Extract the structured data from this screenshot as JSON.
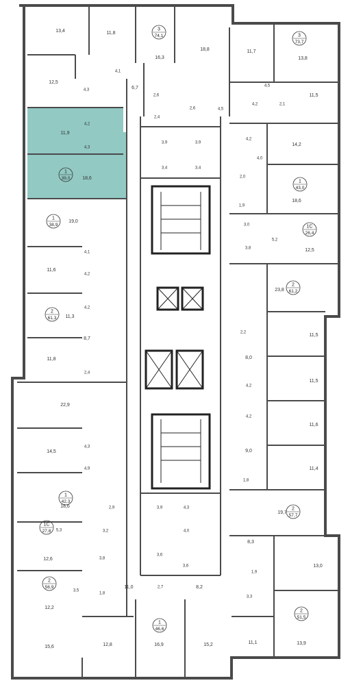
{
  "colors": {
    "wall": "#4a4a4a",
    "highlight": "#86c3bd",
    "window": "#2a2a2a"
  },
  "rooms": [
    "13,4",
    "11,8",
    "16,3",
    "18,8",
    "11,7",
    "13,8",
    "12,5",
    "4,1",
    "4,3",
    "2,6",
    "6,7",
    "2,6",
    "4,5",
    "4,5",
    "4,2",
    "2,1",
    "11,5",
    "11,9",
    "4,2",
    "2,4",
    "4,3",
    "3,9",
    "3,9",
    "4,2",
    "14,2",
    "3,4",
    "3,4",
    "4,0",
    "18,6",
    "2,0",
    "18,6",
    "1,9",
    "19,0",
    "3,0",
    "5,2",
    "12,5",
    "3,8",
    "4,1",
    "11,6",
    "4,2",
    "23,8",
    "4,2",
    "11,3",
    "2,2",
    "11,5",
    "8,7",
    "11,8",
    "8,0",
    "2,4",
    "11,5",
    "4,2",
    "22,9",
    "4,2",
    "11,6",
    "14,5",
    "4,3",
    "9,0",
    "4,9",
    "11,4",
    "1,8",
    "18,6",
    "2,9",
    "3,9",
    "4,3",
    "19,7",
    "4,0",
    "3,2",
    "5,3",
    "8,3",
    "12,6",
    "3,8",
    "3,6",
    "3,6",
    "1,9",
    "13,0",
    "3,5",
    "11,0",
    "2,7",
    "8,2",
    "12,2",
    "1,8",
    "3,3",
    "15,6",
    "12,8",
    "16,9",
    "15,2",
    "11,1",
    "13,9"
  ],
  "apartments": [
    {
      "rooms": "3",
      "area": "74,1"
    },
    {
      "rooms": "3",
      "area": "73,7"
    },
    {
      "rooms": "1",
      "area": "39,0"
    },
    {
      "rooms": "1",
      "area": "43,0"
    },
    {
      "rooms": "1",
      "area": "38,9"
    },
    {
      "rooms": "1С",
      "area": "26,4"
    },
    {
      "rooms": "2",
      "area": "61,2"
    },
    {
      "rooms": "2",
      "area": "61,3"
    },
    {
      "rooms": "1",
      "area": "42,3"
    },
    {
      "rooms": "2",
      "area": "57,7"
    },
    {
      "rooms": "1С",
      "area": "27,8"
    },
    {
      "rooms": "2",
      "area": "56,9"
    },
    {
      "rooms": "1",
      "area": "46,6"
    },
    {
      "rooms": "2",
      "area": "51,5"
    }
  ]
}
